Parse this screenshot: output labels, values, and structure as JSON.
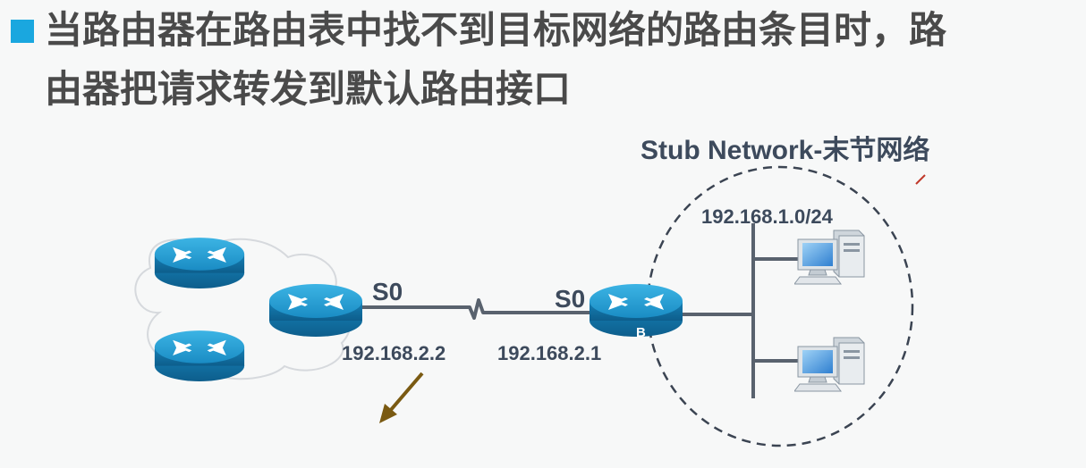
{
  "slide": {
    "title_line1": "当路由器在路由表中找不到目标网络的路由条目时，路",
    "title_line2": "由器把请求转发到默认路由接口"
  },
  "diagram": {
    "stub_label": "Stub Network-末节网络",
    "subnet_label": "192.168.1.0/24",
    "left_interface": "S0",
    "right_interface": "S0",
    "left_ip": "192.168.2.2",
    "right_ip": "192.168.2.1",
    "router_b_label": "B"
  },
  "icons": [
    "router-icon",
    "pc-icon",
    "cloud-icon",
    "arrow-icon"
  ],
  "colors": {
    "bullet": "#1aa7df",
    "title_text": "#4a4a4a",
    "label_text": "#3d4a5c",
    "router_blue": "#1b8fc4",
    "link_line": "#59626e",
    "arrow": "#7a5a12"
  }
}
